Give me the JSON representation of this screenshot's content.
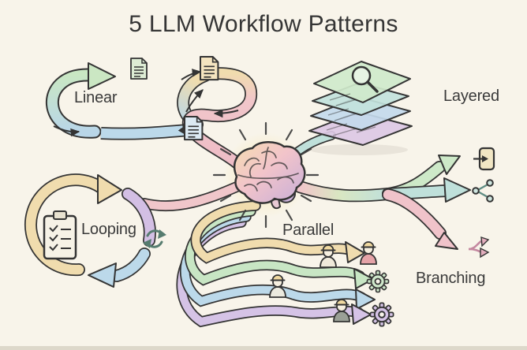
{
  "title": "5 LLM Workflow Patterns",
  "patterns": {
    "linear": {
      "label": "Linear"
    },
    "layered": {
      "label": "Layered"
    },
    "looping": {
      "label": "Looping"
    },
    "parallel": {
      "label": "Parallel"
    },
    "branching": {
      "label": "Branching"
    }
  },
  "center": {
    "icon": "brain-icon"
  },
  "icons": {
    "linear": [
      "document-icon",
      "document-icon",
      "document-icon"
    ],
    "layered": [
      "layer-sheets",
      "magnifier-icon"
    ],
    "looping": [
      "clipboard-checklist-icon",
      "refresh-icon"
    ],
    "parallel": [
      "worker-icon",
      "worker-icon",
      "worker-icon",
      "worker-icon",
      "gear-icon",
      "gear-icon"
    ],
    "branching": [
      "door-in-icon",
      "share-icon",
      "fork-arrow-icon"
    ]
  },
  "colors": {
    "background": "#f8f4ea",
    "ink": "#343434",
    "pastel_green": "#cde8c6",
    "pastel_teal": "#bfe0da",
    "pastel_blue": "#bcd9ea",
    "pastel_tan": "#f0dcae",
    "pastel_pink": "#f1c6ca",
    "pastel_purple": "#d5c3e6",
    "glow_yellow": "#f8ecc0"
  }
}
